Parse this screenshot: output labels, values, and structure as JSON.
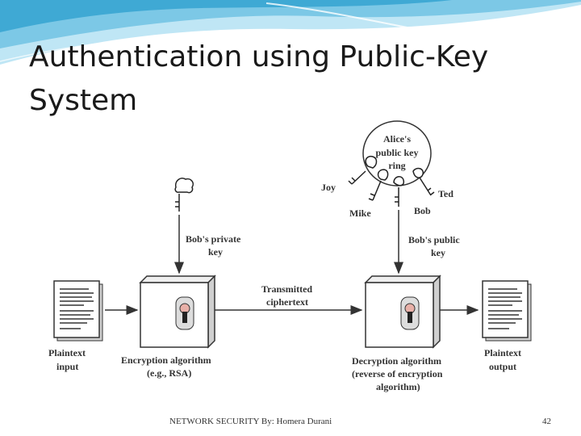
{
  "slide": {
    "title_line1": "Authentication using Public-Key",
    "title_line2": "System",
    "footer": "NETWORK SECURITY By: Homera Durani",
    "page_number": "42"
  },
  "diagram": {
    "key_ring": [
      "Alice's",
      "public key",
      "ring"
    ],
    "ring_owners": {
      "joy": "Joy",
      "mike": "Mike",
      "bob": "Bob",
      "ted": "Ted"
    },
    "private_key": [
      "Bob's private",
      "key"
    ],
    "public_key": [
      "Bob's public",
      "key"
    ],
    "transmitted": [
      "Transmitted",
      "ciphertext"
    ],
    "plaintext_input": [
      "Plaintext",
      "input"
    ],
    "plaintext_output": [
      "Plaintext",
      "output"
    ],
    "encryption": [
      "Encryption algorithm",
      "(e.g., RSA)"
    ],
    "decryption": [
      "Decryption algorithm",
      "(reverse of encryption",
      "algorithm)"
    ]
  },
  "colors": {
    "wave_dark": "#3fa9d4",
    "wave_light": "#bfe6f5",
    "box_fill": "#ffffff",
    "box_shade": "#cfcfcf"
  }
}
